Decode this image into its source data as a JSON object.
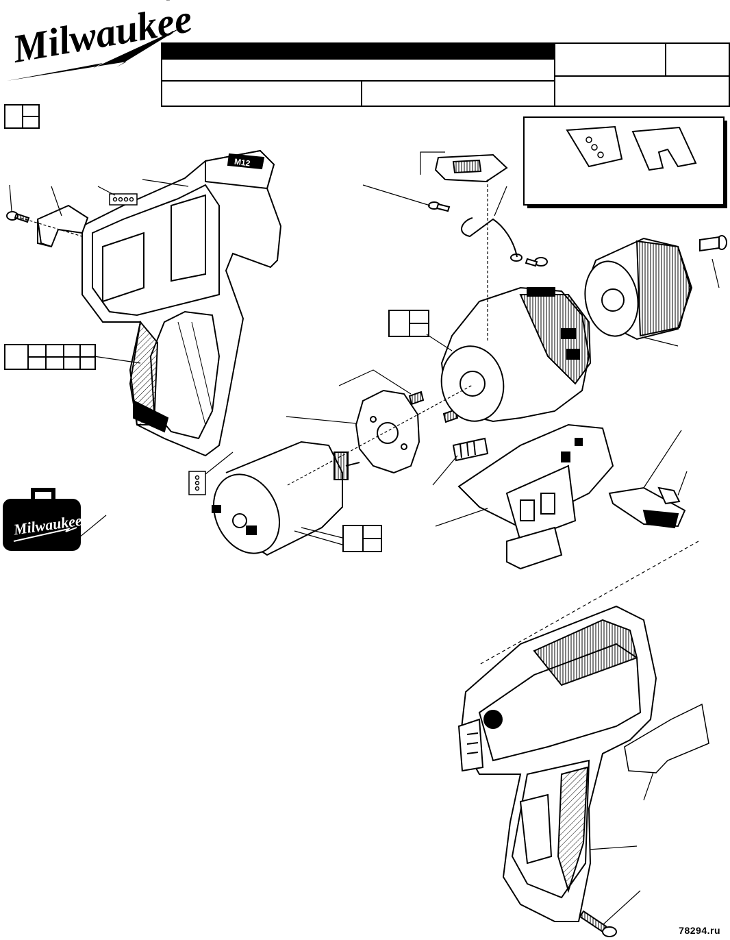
{
  "brand": {
    "logo_text": "Milwaukee",
    "registered_mark": "®",
    "case_logo_text": "Milwaukee"
  },
  "housing_mark": "M12",
  "watermark": "78294.ru"
}
